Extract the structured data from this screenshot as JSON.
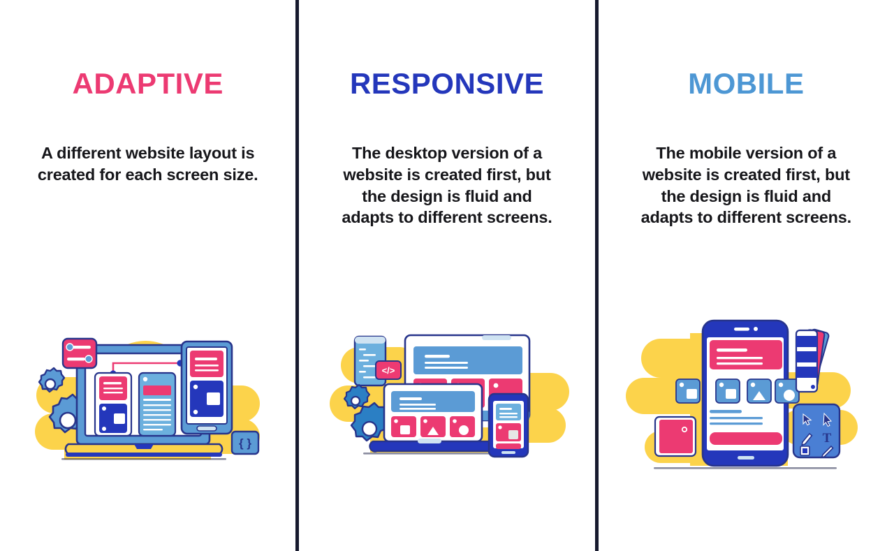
{
  "page": {
    "background": "#ffffff",
    "divider_color": "#171a2e",
    "palette": {
      "pink": "#ec3a72",
      "deep_blue": "#2437bb",
      "navy": "#27348b",
      "light_blue": "#4d97d4",
      "sky_blue": "#63a6db",
      "yellow": "#fcd34b",
      "white": "#ffffff",
      "outline": "#27348b"
    }
  },
  "columns": [
    {
      "title": "ADAPTIVE",
      "title_color": "#ec3a72",
      "description": "A different website layout is created for each screen size.",
      "illustration": "adaptive-laptop-tablet-illustration",
      "illustration_parts": [
        "yellow-blob-background",
        "gear-icon-small",
        "gear-icon-large",
        "pink-settings-card",
        "laptop-device",
        "laptop-screen-pink-card",
        "laptop-screen-navy-card",
        "laptop-screen-text-panel",
        "tablet-device",
        "code-braces-badge"
      ],
      "code_badge_label": "{ }"
    },
    {
      "title": "RESPONSIVE",
      "title_color": "#2437bb",
      "description": "The desktop version of a website is created first, but the design is fluid and adapts to different screens.",
      "illustration": "responsive-devices-illustration",
      "illustration_parts": [
        "yellow-blob-background",
        "code-listing-panel",
        "pink-code-badge",
        "gear-icon-small",
        "gear-icon-large",
        "tablet-device",
        "laptop-device",
        "phone-device"
      ],
      "code_badge_label": "</>"
    },
    {
      "title": "MOBILE",
      "title_color": "#4d97d4",
      "description": "The mobile version of a website is created first, but the design is fluid and adapts to different screens.",
      "illustration": "mobile-phone-design-illustration",
      "illustration_parts": [
        "yellow-blob-background",
        "phone-device",
        "pink-card-bottom-left",
        "color-swatch-fan",
        "tool-panel",
        "cursor-icon",
        "arrow-icon",
        "pen-icon",
        "text-tool-icon",
        "square-tool-icon",
        "brush-icon"
      ],
      "tool_label": "T"
    }
  ]
}
